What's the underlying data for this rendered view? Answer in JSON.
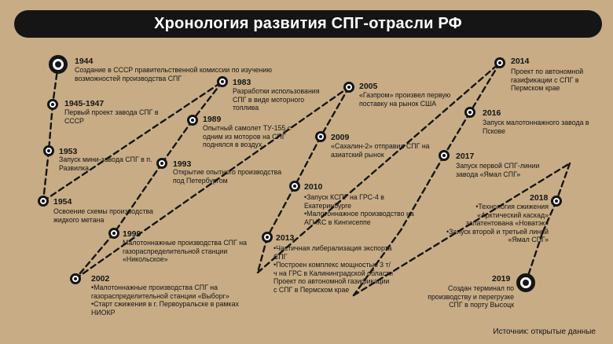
{
  "title": "Хронология развития СПГ-отрасли РФ",
  "events": [
    {
      "year": "1944",
      "text": "Создание в СССР правительственной комиссии по изучению возможностей производства СПГ"
    },
    {
      "year": "1945-1947",
      "text": "Первый проект завода СПГ в СССР"
    },
    {
      "year": "1953",
      "text": "Запуск мини-завода СПГ в п. Развилка"
    },
    {
      "year": "1954",
      "text": "Освоение схемы производства жидкого метана"
    },
    {
      "year": "1983",
      "text": "Разработки использования СПГ в виде моторного топлива"
    },
    {
      "year": "1989",
      "text": "Опытный самолет ТУ-155 с одним из моторов на СПГ поднялся в воздух"
    },
    {
      "year": "1993",
      "text": "Открытие опытного производства под Петербургом"
    },
    {
      "year": "1999",
      "text": "Малотоннажные производства СПГ на газораспределительной станции «Никольское»"
    },
    {
      "year": "2002",
      "text": "•Малотоннажные производства СПГ на газораспределительной станции «Выборг»\n•Старт сжижения в г. Первоуральске в рамках НИОКР"
    },
    {
      "year": "2005",
      "text": "«Газпром» произвел первую поставку на рынок США"
    },
    {
      "year": "2009",
      "text": "«Сахалин-2» отправил СПГ на азиатский рынок"
    },
    {
      "year": "2010",
      "text": "•Запуск КСПГ на ГРС-4 в Екатеринбурге\n•Малотоннажное производство на АГНКС в Кингисеппе"
    },
    {
      "year": "2013",
      "text": "•Частичная либерализация экспорта СПГ\n•Построен комплекс мощностью 3 т/ч на ГРС в Калининградской области\nПроект по автономной газификации с СПГ в Пермском крае"
    },
    {
      "year": "2014",
      "text": "Проект по автономной газификации с СПГ в Пермском крае"
    },
    {
      "year": "2016",
      "text": "Запуск малотоннажного завода в Пскове"
    },
    {
      "year": "2017",
      "text": "Запуск первой СПГ-линии завода «Ямал СПГ»"
    },
    {
      "year": "2018",
      "text": "•Технология сжижения «Арктический каскад» запатентована «Новатэк»\n•Запуск второй и третьей линий «Ямал СПГ»"
    },
    {
      "year": "2019",
      "text": "Создан терминал по производству и перегрузке СПГ в порту Высоцк"
    }
  ],
  "source": "Источник: открытые данные",
  "colors": {
    "background": "#c7ac85",
    "dark": "#151515",
    "light": "#ffffff"
  }
}
